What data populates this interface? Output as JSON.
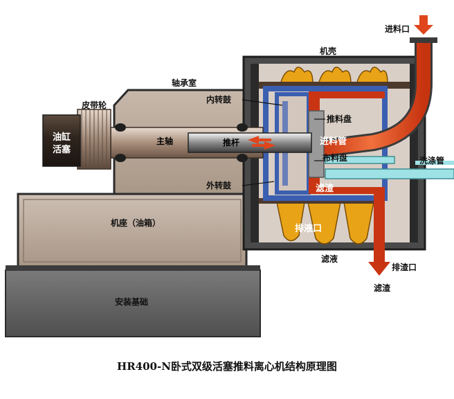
{
  "diagram": {
    "caption": "HR400-N卧式双级活塞推料离心机结构原理图",
    "labels": {
      "feed_inlet": "进料口",
      "casing": "机壳",
      "bearing_room": "轴承室",
      "pulley": "皮带轮",
      "inner_drum": "内转鼓",
      "cylinder_piston": "油缸活塞",
      "main_shaft": "主轴",
      "push_rod": "推杆",
      "push_plate": "推料盘",
      "feed_pipe": "进料管",
      "distribution_plate": "布料盘",
      "wash_pipe": "洗涤管",
      "outer_drum": "外转鼓",
      "filter_residue_inner": "滤渣",
      "base": "机座（油箱）",
      "drain_outlet": "排液口",
      "filtrate": "滤液",
      "residue_outlet": "排渣口",
      "filter_residue_out": "滤渣",
      "foundation": "安装基础"
    },
    "colors": {
      "feed": "#e0461c",
      "casing_frame": "#2a2a2a",
      "drum_blue": "#3b5fb0",
      "wash_pipe": "#9fe2e6",
      "crystals": "#e9a316",
      "foundation": "#6d6d6d",
      "base_body": "#b9a99a"
    }
  }
}
